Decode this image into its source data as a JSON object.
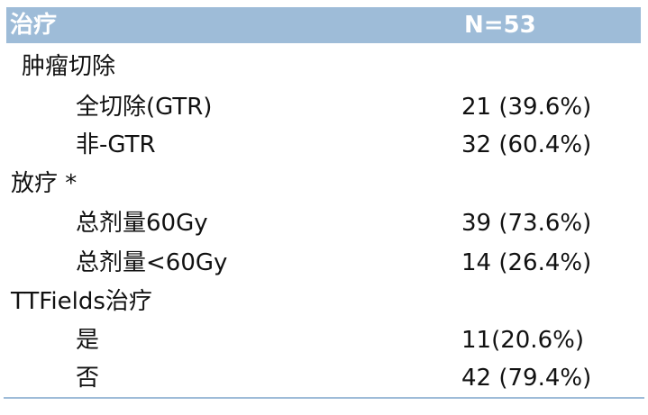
{
  "header": {
    "title": "治疗",
    "n": "N=53"
  },
  "rows": [
    {
      "label": "肿瘤切除",
      "value": ""
    },
    {
      "label": "全切除(GTR)",
      "value": "21 (39.6%)"
    },
    {
      "label": "非-GTR",
      "value": "32 (60.4%)"
    },
    {
      "label": "放疗 *",
      "value": ""
    },
    {
      "label": "总剂量60Gy",
      "value": "39 (73.6%)"
    },
    {
      "label": "总剂量<60Gy",
      "value": "14 (26.4%)"
    },
    {
      "label": "TTFields治疗",
      "value": ""
    },
    {
      "label": "是",
      "value": "11(20.6%)"
    },
    {
      "label": "否",
      "value": "42 (79.4%)"
    }
  ],
  "colors": {
    "header_bg": "#9ebcd8",
    "header_text": "#ffffff",
    "rule": "#9ebcd8"
  }
}
